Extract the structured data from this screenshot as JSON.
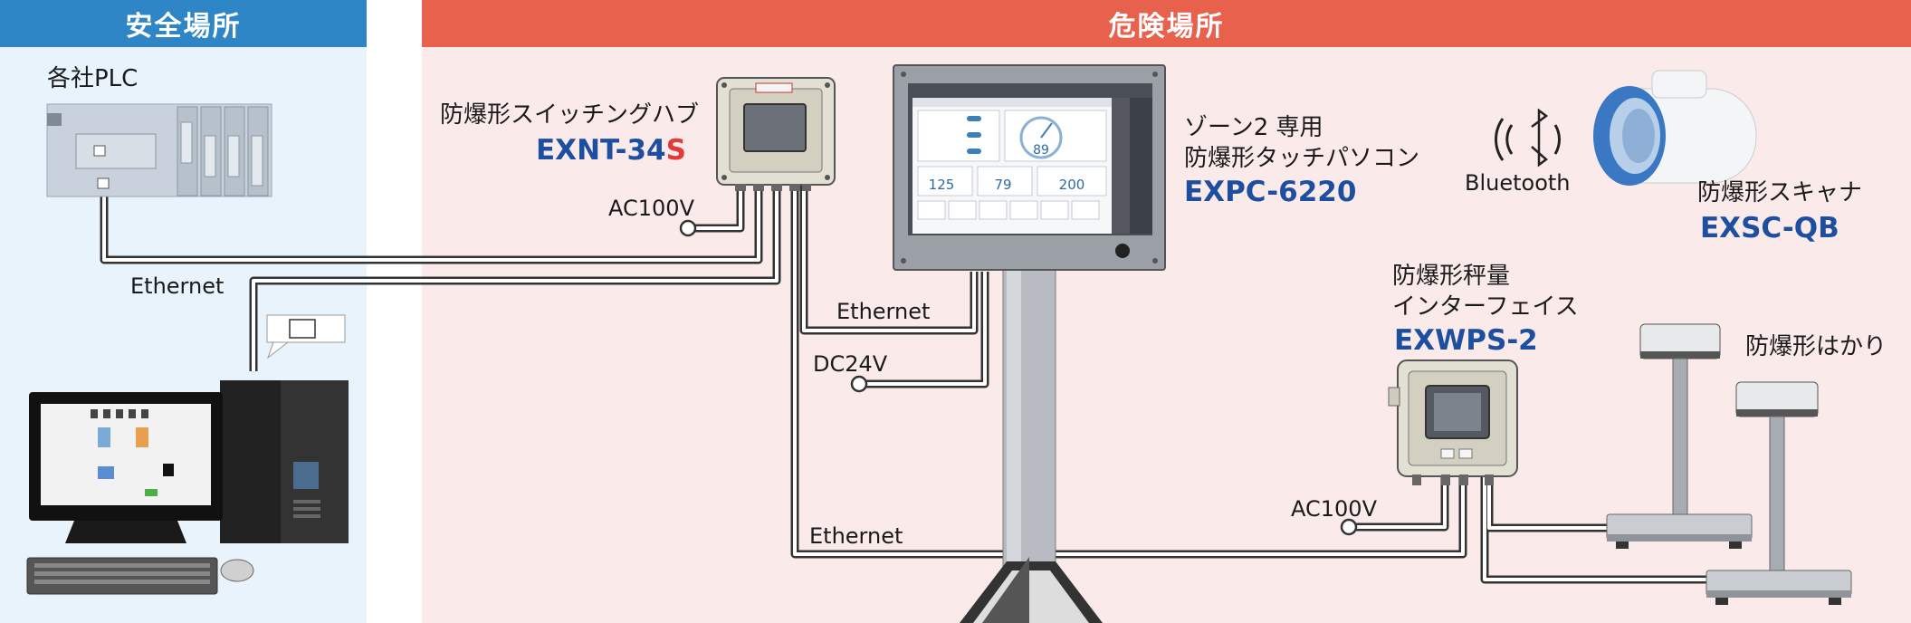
{
  "zones": {
    "safe": {
      "label": "安全場所",
      "color": "#2f86c6"
    },
    "hazard": {
      "label": "危険場所",
      "color": "#e8614c"
    }
  },
  "devices": {
    "plc": {
      "label": "各社PLC"
    },
    "hub": {
      "label": "防爆形スイッチングハブ",
      "model_main": "EXNT-34",
      "model_suffix": "S"
    },
    "pc": {
      "label_line1": "ゾーン2 専用",
      "label_line2": "防爆形タッチパソコン",
      "model": "EXPC-6220",
      "screen_values": [
        "125",
        "79",
        "200"
      ],
      "gauge_value": "89"
    },
    "scanner": {
      "label": "防爆形スキャナ",
      "model": "EXSC-QB",
      "wireless": "Bluetooth"
    },
    "weighing": {
      "label_line1": "防爆形秤量",
      "label_line2": "インターフェイス",
      "model": "EXWPS-2"
    },
    "scales": {
      "label": "防爆形はかり"
    }
  },
  "wires": {
    "ethernet_safe": "Ethernet",
    "ethernet_pc": "Ethernet",
    "ethernet_scale": "Ethernet",
    "ac_hub": "AC100V",
    "dc_pc": "DC24V",
    "ac_weigh": "AC100V"
  },
  "colors": {
    "model_text": "#1d4fa0",
    "suffix_text": "#e03a3a",
    "cable": "#333333"
  }
}
